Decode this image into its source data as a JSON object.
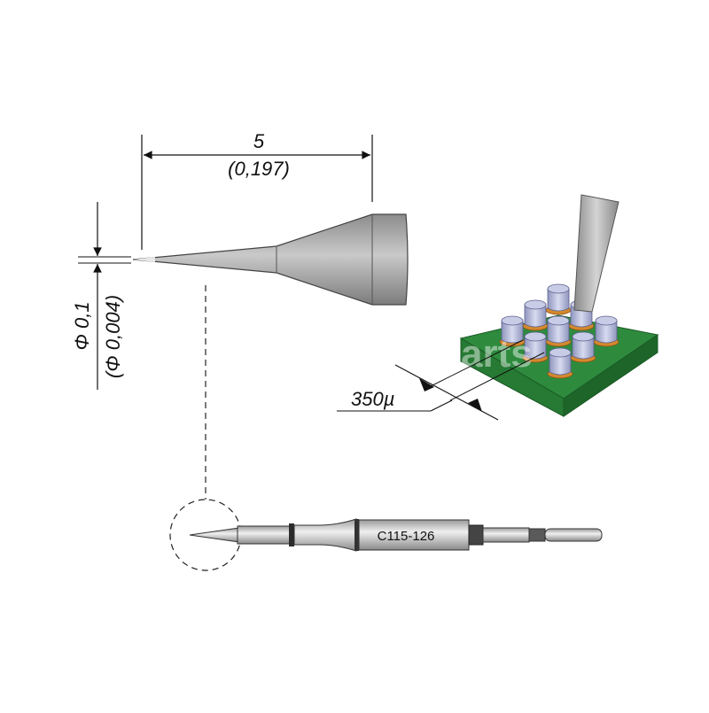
{
  "dimensions": {
    "length_mm": "5",
    "length_in": "(0,197)",
    "diameter_mm": "Φ 0,1",
    "diameter_in": "(Φ 0,004)",
    "pitch": "350µ"
  },
  "cartridge": {
    "model": "C115-126"
  },
  "watermark": "arts",
  "colors": {
    "board_green": "#2e8b3e",
    "pin_blue": "#aeb4d6",
    "solder_orange": "#d4882c",
    "tip_gray": "#a9a9a9"
  }
}
